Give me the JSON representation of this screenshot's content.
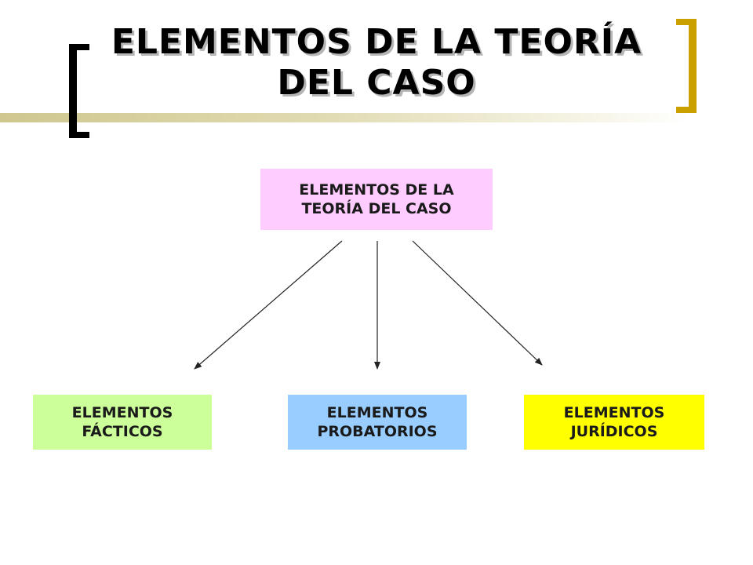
{
  "slide": {
    "title": "ELEMENTOS DE LA TEORÍA DEL CASO"
  },
  "diagram": {
    "root": {
      "label": "ELEMENTOS DE LA TEORÍA DEL CASO",
      "color": "#ffccff"
    },
    "children": [
      {
        "label": "ELEMENTOS FÁCTICOS",
        "color": "#ccff99"
      },
      {
        "label": "ELEMENTOS PROBATORIOS",
        "color": "#99ccff"
      },
      {
        "label": "ELEMENTOS JURÍDICOS",
        "color": "#ffff00"
      }
    ],
    "edges": [
      {
        "from": "root",
        "to": "children.0"
      },
      {
        "from": "root",
        "to": "children.1"
      },
      {
        "from": "root",
        "to": "children.2"
      }
    ]
  },
  "decor": {
    "left_bracket_color": "#000000",
    "right_bracket_color": "#c9a000"
  }
}
